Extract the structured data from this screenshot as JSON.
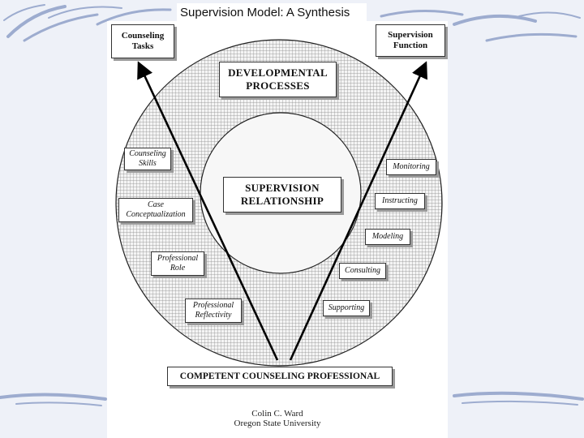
{
  "slide": {
    "title": "Supervision Model: A Synthesis"
  },
  "colors": {
    "background": "#eef1f8",
    "stroke": "#8fa0c8",
    "grid": "#9a9a9a",
    "arrow": "#000000"
  },
  "corner_boxes": {
    "counseling_tasks": [
      "Counseling",
      "Tasks"
    ],
    "supervision_function": [
      "Supervision",
      "Function"
    ]
  },
  "outer_ring": {
    "label": [
      "DEVELOPMENTAL",
      "PROCESSES"
    ]
  },
  "inner_circle": {
    "label": [
      "SUPERVISION",
      "RELATIONSHIP"
    ]
  },
  "counseling_tasks": [
    [
      "Counseling",
      "Skills"
    ],
    [
      "Case",
      "Conceptualization"
    ],
    [
      "Professional",
      "Role"
    ],
    [
      "Professional",
      "Reflectivity"
    ]
  ],
  "supervision_functions": [
    "Monitoring",
    "Instructing",
    "Modeling",
    "Consulting",
    "Supporting"
  ],
  "outcome": {
    "label": "COMPETENT COUNSELING PROFESSIONAL"
  },
  "credit": {
    "author": "Colin C. Ward",
    "institution": "Oregon State University"
  }
}
